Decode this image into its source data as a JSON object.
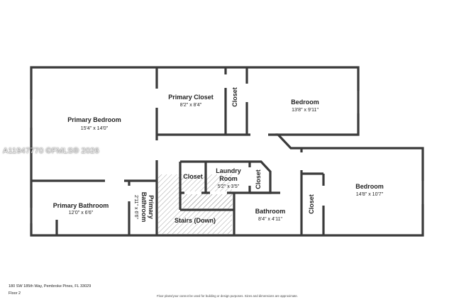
{
  "rooms": {
    "primary_bedroom": {
      "name": "Primary Bedroom",
      "dims": "15'4\" x 14'0\""
    },
    "primary_closet": {
      "name": "Primary Closet",
      "dims": "8'2\" x 8'4\""
    },
    "closet_top": {
      "name": "Closet"
    },
    "bedroom_top": {
      "name": "Bedroom",
      "dims": "13'8\" x 9'11\""
    },
    "primary_bathroom": {
      "name": "Primary Bathroom",
      "dims": "12'0\" x 6'6\""
    },
    "primary_bathroom_small": {
      "name_line1": "Primary",
      "name_line2": "Bathroom",
      "dims": "2'11\" x 6'6\""
    },
    "closet_mid": {
      "name": "Closet"
    },
    "laundry_room": {
      "name_line1": "Laundry",
      "name_line2": "Room",
      "dims": "5'2\" x 3'5\""
    },
    "closet_small": {
      "name": "Closet"
    },
    "stairs": {
      "name": "Stairs (Down)"
    },
    "bathroom": {
      "name": "Bathroom",
      "dims": "8'4\" x 4'11\""
    },
    "closet_right": {
      "name": "Closet"
    },
    "bedroom_right": {
      "name": "Bedroom",
      "dims": "14'8\" x 10'7\""
    }
  },
  "footer": {
    "address": "180 SW 185th Way, Pembroke Pines, FL 33029",
    "floor": "Floor 2",
    "disclaimer": "Floor plans/your cannot be used for building or design purposes. Sizes and dimensions are approximate."
  },
  "watermark": "A11947770 ©FMLS® 2026",
  "colors": {
    "wall": "#3a3a3a",
    "background": "#ffffff",
    "window": "#9a9a9a"
  }
}
